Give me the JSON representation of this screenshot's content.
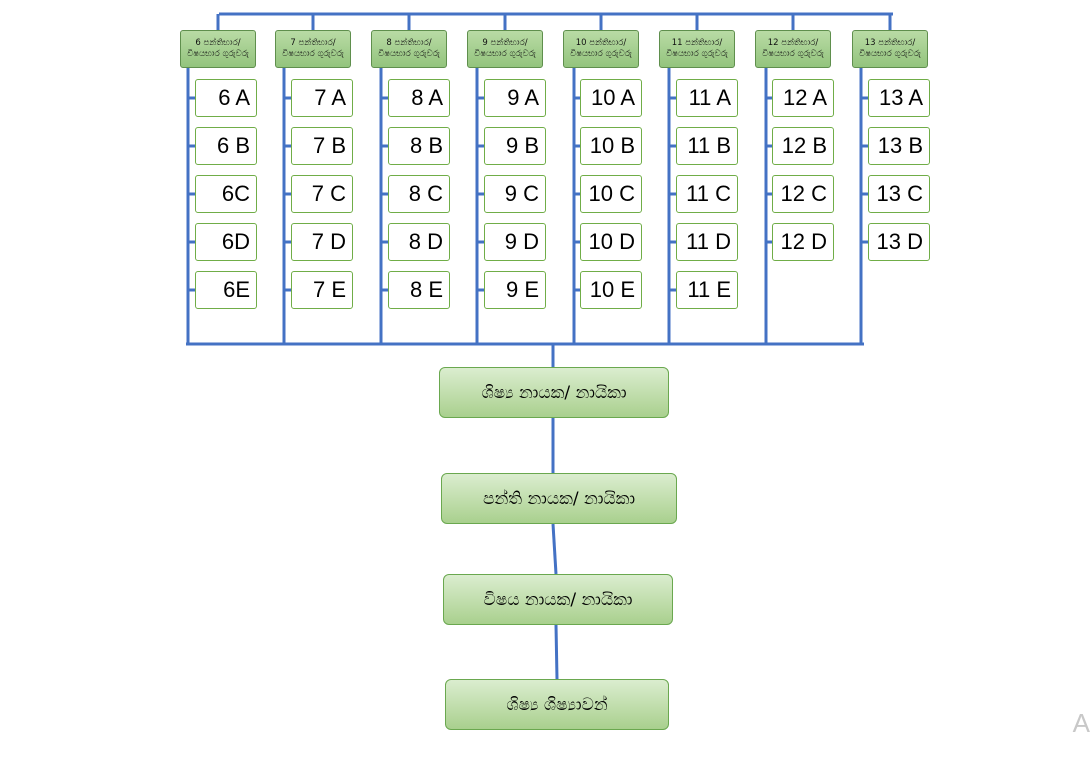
{
  "headers": [
    {
      "line1": "6 පන්තිභාර/",
      "line2": "විෂයභාර ගුරුවරු"
    },
    {
      "line1": "7 පන්තිභාර/",
      "line2": "විෂයභාර ගුරුවරු"
    },
    {
      "line1": "8 පන්තිභාර/",
      "line2": "විෂයභාර ගුරුවරු"
    },
    {
      "line1": "9 පන්තිභාර/",
      "line2": "විෂයභාර ගුරුවරු"
    },
    {
      "line1": "10 පන්තිභාර/",
      "line2": "විෂයභාර ගුරුවරු"
    },
    {
      "line1": "11 පන්තිභාර/",
      "line2": "විෂයභාර ගුරුවරු"
    },
    {
      "line1": "12 පන්තිභාර/",
      "line2": "විෂයභාර ගුරුවරු"
    },
    {
      "line1": "13 පන්තිභාර/",
      "line2": "විෂයභාර ගුරුවරු"
    }
  ],
  "classes": [
    [
      "6 A",
      "6 B",
      "6C",
      "6D",
      "6E"
    ],
    [
      "7 A",
      "7 B",
      "7 C",
      "7 D",
      "7 E"
    ],
    [
      "8 A",
      "8 B",
      "8 C",
      "8 D",
      "8 E"
    ],
    [
      "9 A",
      "9 B",
      "9 C",
      "9 D",
      "9 E"
    ],
    [
      "10 A",
      "10 B",
      "10 C",
      "10 D",
      "10 E"
    ],
    [
      "11 A",
      "11 B",
      "11 C",
      "11 D",
      "11 E"
    ],
    [
      "12 A",
      "12 B",
      "12 C",
      "12 D"
    ],
    [
      "13 A",
      "13 B",
      "13 C",
      "13 D"
    ]
  ],
  "roles": [
    "ශිෂ්‍ය නායක/ නායිකා",
    "පන්ති නායක/ නායිකා",
    "විෂය නායක/ නායිකා",
    "ශිෂ්‍ය ශිෂ්‍යාවන්"
  ],
  "colors": {
    "line": "#4472c4",
    "box_border": "#70ad47",
    "header_fill": "#93c47d"
  },
  "ghost_text": "A"
}
